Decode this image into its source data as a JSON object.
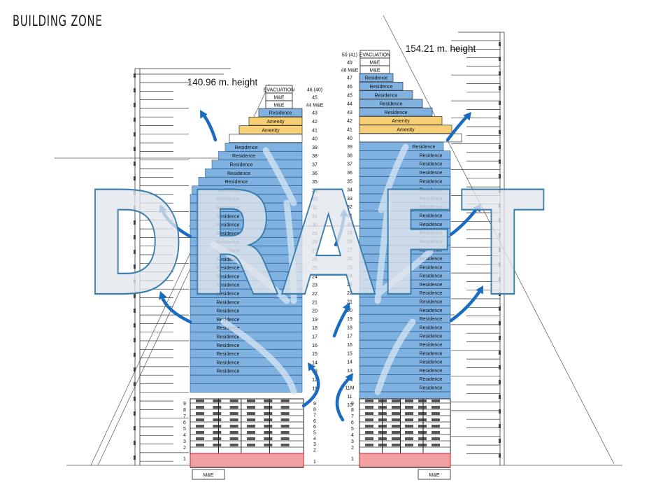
{
  "page": {
    "title": "BUILDING ZONE"
  },
  "watermark": "DRAFT",
  "colors": {
    "residence": "#7fb2e1",
    "residence_dark": "#5c98d2",
    "amenity": "#f7cf74",
    "lobby": "#f0a0a2",
    "arrow": "#1a6cc0",
    "mech": "#ffffff"
  },
  "left_tower": {
    "height_label": "140.96 m. height",
    "top_labels": [
      "EVACUATION",
      "M&E",
      "M&E"
    ],
    "top_floor_numbers": [
      "46 (40)",
      "45",
      "44 M&E"
    ],
    "upper_floors": [
      {
        "n": "43",
        "use": "Residence"
      },
      {
        "n": "42",
        "use": "Amenity"
      },
      {
        "n": "41",
        "use": "Amenity"
      },
      {
        "n": "40",
        "use": ""
      }
    ],
    "floor_numbers": [
      "39",
      "38",
      "37",
      "36",
      "35",
      "34",
      "33",
      "32",
      "31",
      "30",
      "29",
      "28",
      "27",
      "26",
      "25",
      "24",
      "23",
      "22",
      "21",
      "20",
      "19",
      "18",
      "17",
      "16",
      "15",
      "14",
      "13",
      "12",
      "11"
    ],
    "podium_numbers": [
      "9",
      "8",
      "7",
      "6",
      "5",
      "4",
      "3",
      "2"
    ],
    "podium_numbers_right": [
      "9",
      "8",
      "7",
      "6",
      "6",
      "5",
      "4",
      "3",
      "2"
    ],
    "ground": "1",
    "basement": "M&E"
  },
  "right_tower": {
    "height_label": "154.21 m. height",
    "top_labels": [
      "EVACUATION",
      "M&E",
      "M&E"
    ],
    "top_floor_numbers": [
      "50 (41)",
      "49",
      "48 M&E"
    ],
    "upper_floors": [
      {
        "n": "47",
        "use": "Residence"
      },
      {
        "n": "46",
        "use": "Residence"
      },
      {
        "n": "45",
        "use": "Residence"
      },
      {
        "n": "44",
        "use": "Residence"
      },
      {
        "n": "43",
        "use": "Residence"
      },
      {
        "n": "42",
        "use": "Amenity"
      },
      {
        "n": "41",
        "use": "Amenity"
      },
      {
        "n": "40",
        "use": ""
      }
    ],
    "floor_numbers": [
      "39",
      "38",
      "37",
      "36",
      "35",
      "34",
      "33",
      "32",
      "31",
      "30",
      "29",
      "28",
      "27",
      "26",
      "25",
      "24",
      "23",
      "22",
      "21",
      "20",
      "19",
      "18",
      "17",
      "16",
      "15",
      "14",
      "13",
      "12",
      "11M",
      "11",
      "10"
    ],
    "podium_numbers": [
      "9",
      "8",
      "7",
      "6",
      "5",
      "4",
      "3",
      "2"
    ],
    "ground": "1",
    "basement": "M&E"
  },
  "residence_label": "Residence"
}
